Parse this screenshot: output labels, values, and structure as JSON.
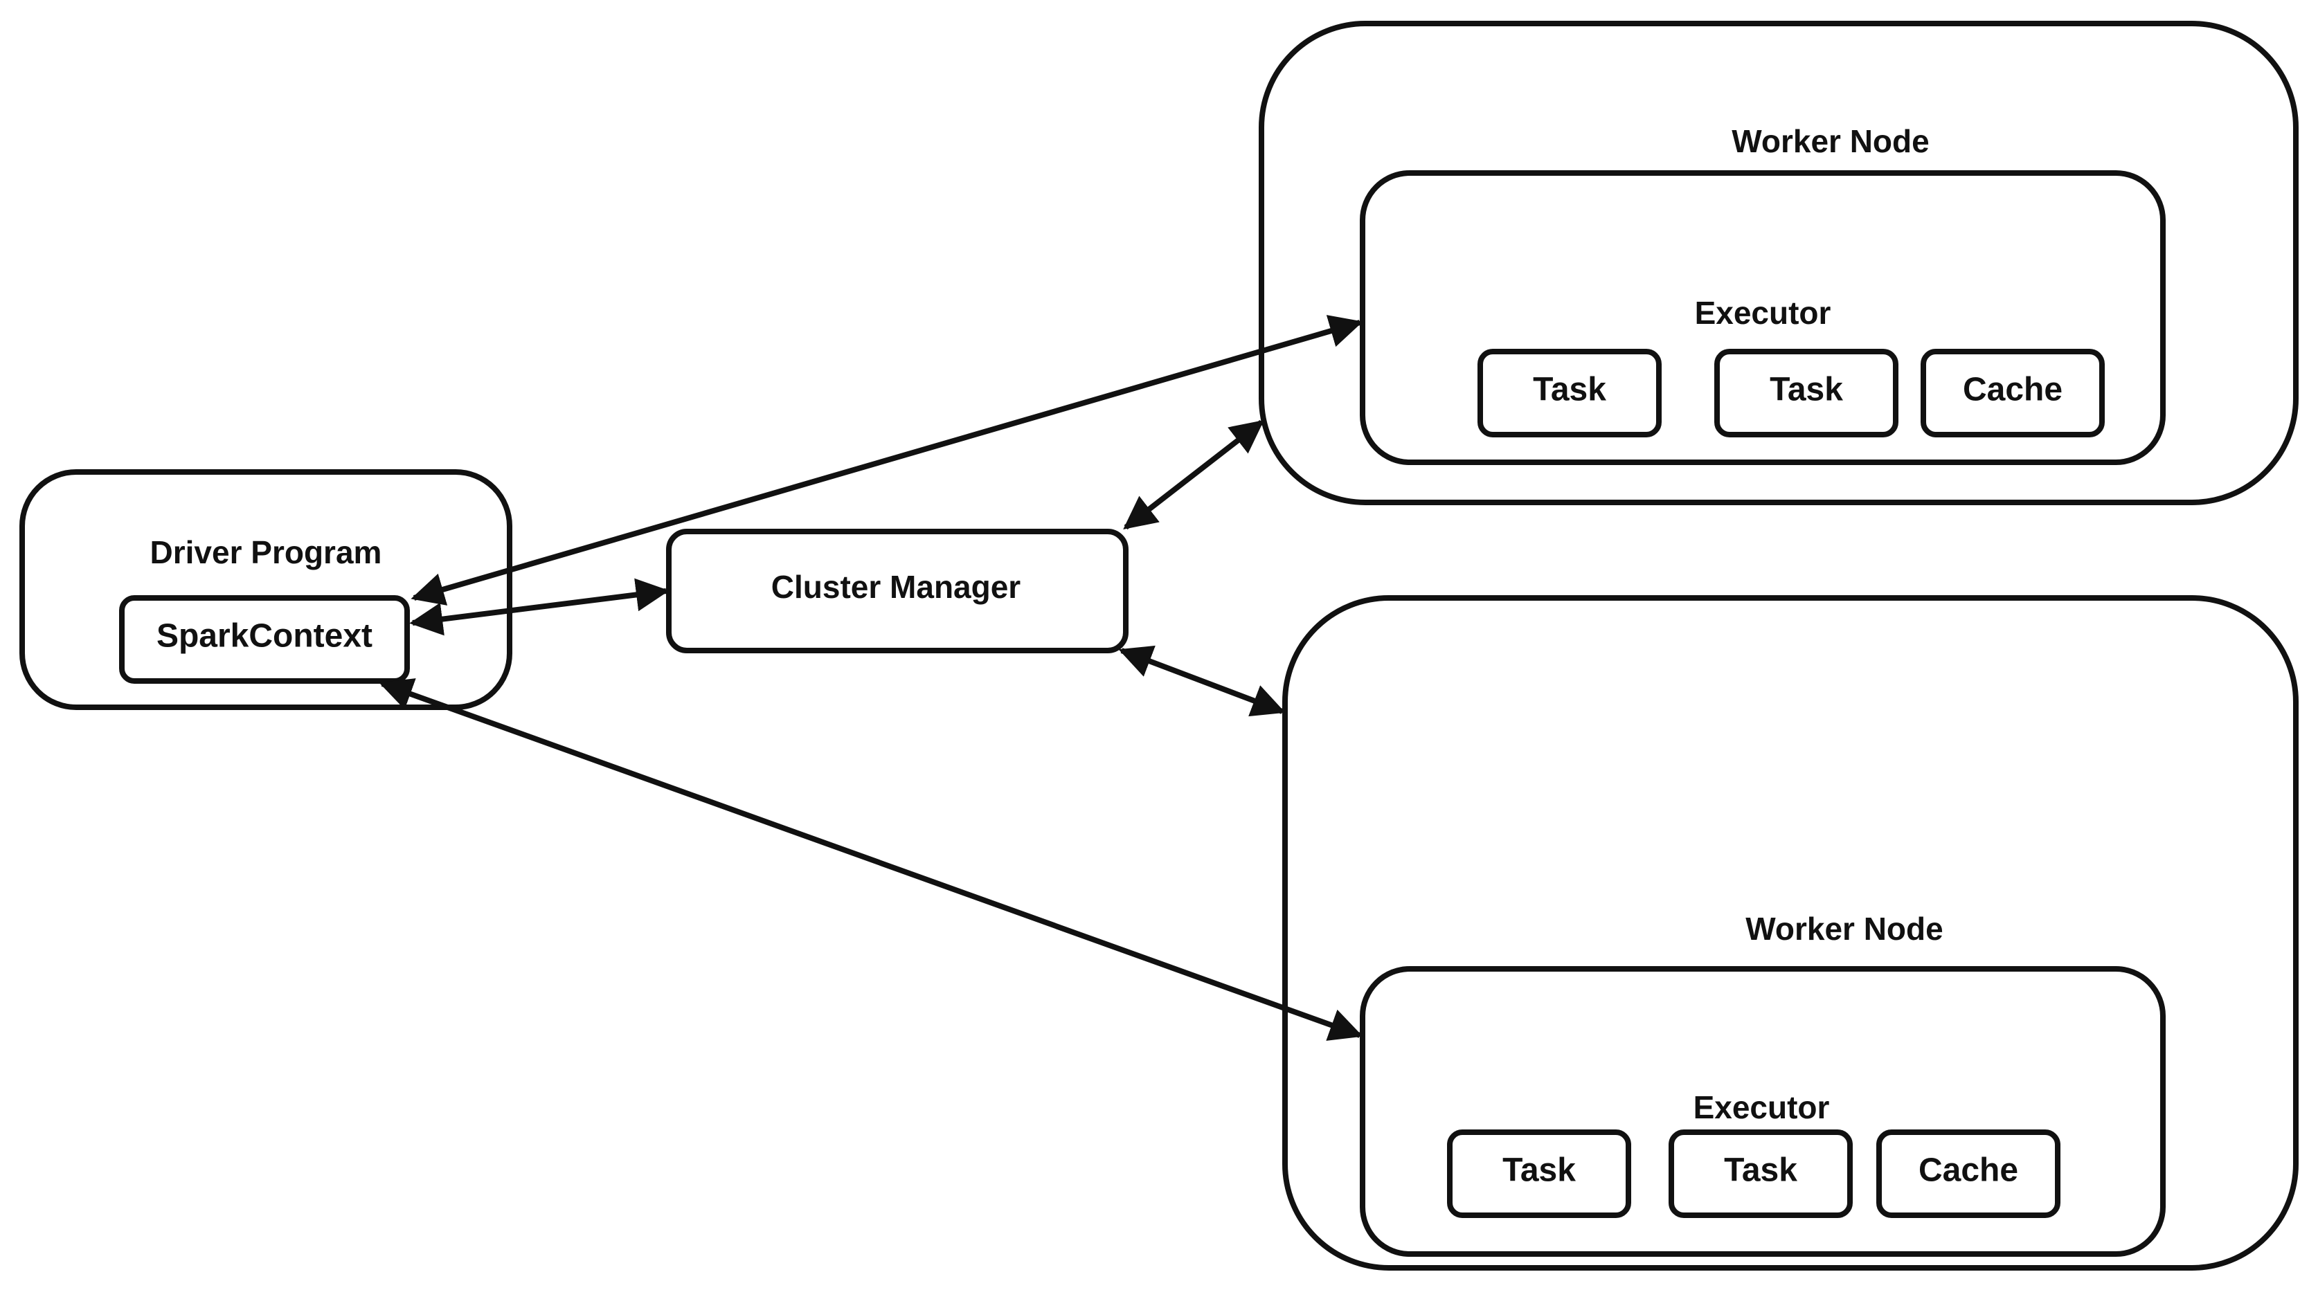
{
  "driver": {
    "title": "Driver Program",
    "context": "SparkContext"
  },
  "cluster_manager": {
    "label": "Cluster Manager"
  },
  "workers": [
    {
      "title": "Worker Node",
      "executor": {
        "title": "Executor",
        "items": [
          "Task",
          "Task",
          "Cache"
        ]
      }
    },
    {
      "title": "Worker Node",
      "executor": {
        "title": "Executor",
        "items": [
          "Task",
          "Task",
          "Cache"
        ]
      }
    }
  ],
  "colors": {
    "stroke": "#111111",
    "background": "#ffffff"
  }
}
